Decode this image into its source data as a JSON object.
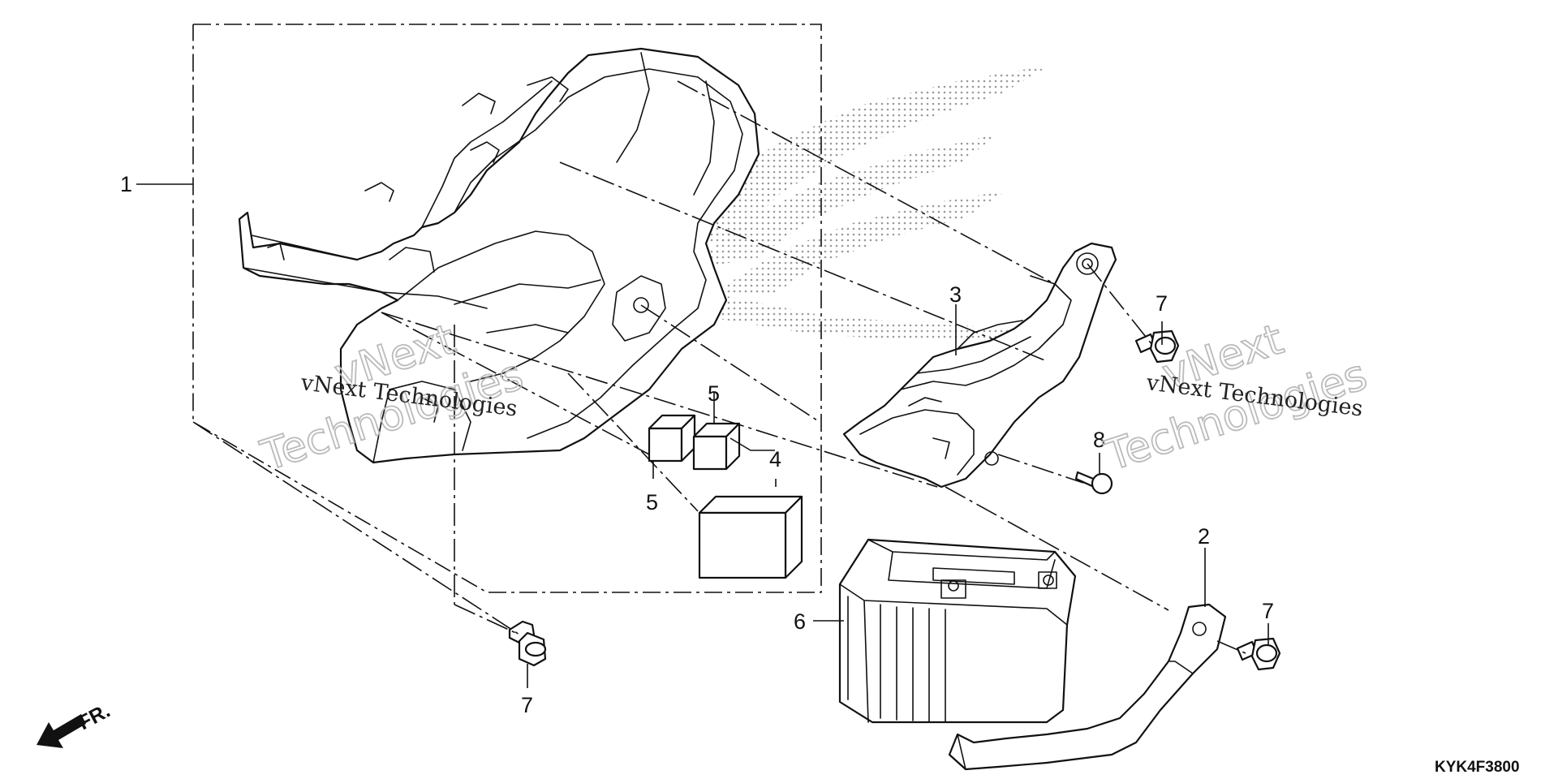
{
  "diagram": {
    "callouts": {
      "c1": "1",
      "c2": "2",
      "c3": "3",
      "c4": "4",
      "c5a": "5",
      "c5b": "5",
      "c6": "6",
      "c7a": "7",
      "c7b": "7",
      "c7c": "7",
      "c8": "8"
    },
    "front_marker": "FR.",
    "diagram_code": "KYK4F3800",
    "watermarks": [
      {
        "line1": "vNext",
        "line2": "Technologies",
        "small": "vNext Technologies"
      },
      {
        "line1": "vNext",
        "line2": "Technologies",
        "small": "vNext Technologies"
      }
    ]
  }
}
